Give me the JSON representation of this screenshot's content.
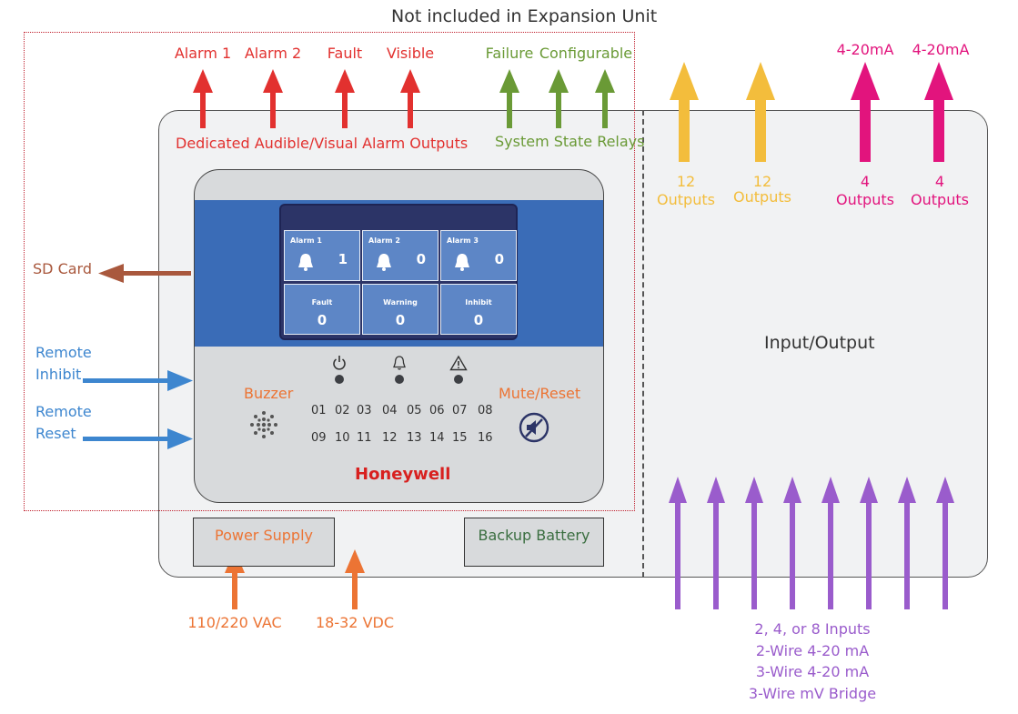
{
  "title": "Not included in Expansion Unit",
  "outputs_top": {
    "alarm_labels": [
      "Alarm 1",
      "Alarm 2",
      "Fault",
      "Visible"
    ],
    "alarm_group": "Dedicated Audible/Visual Alarm Outputs",
    "relay_labels": [
      "Failure",
      "Configurable"
    ],
    "relay_group": "System State Relays"
  },
  "expansion_outputs": {
    "relay_counts": [
      "12",
      "12"
    ],
    "relay_unit": "Outputs",
    "ma_labels": [
      "4-20mA",
      "4-20mA"
    ],
    "ma_counts": [
      "4",
      "4"
    ],
    "ma_unit": "Outputs"
  },
  "left_side": {
    "sd_card": "SD Card",
    "remote_inhibit": [
      "Remote",
      "Inhibit"
    ],
    "remote_reset": [
      "Remote",
      "Reset"
    ]
  },
  "panel": {
    "buzzer": "Buzzer",
    "mute_reset": "Mute/Reset",
    "brand": "Honeywell",
    "channels_row1": [
      "01",
      "02",
      "03",
      "04",
      "05",
      "06",
      "07",
      "08"
    ],
    "channels_row2": [
      "09",
      "10",
      "11",
      "12",
      "13",
      "14",
      "15",
      "16"
    ],
    "screen": {
      "alarms": [
        {
          "label": "Alarm 1",
          "value": "1"
        },
        {
          "label": "Alarm 2",
          "value": "0"
        },
        {
          "label": "Alarm 3",
          "value": "0"
        }
      ],
      "status": [
        {
          "label": "Fault",
          "value": "0"
        },
        {
          "label": "Warning",
          "value": "0"
        },
        {
          "label": "Inhibit",
          "value": "0"
        }
      ]
    },
    "indicator_icons": [
      "power-icon",
      "bell-icon",
      "warning-icon"
    ]
  },
  "bottom": {
    "power_supply": "Power Supply",
    "backup_battery": "Backup Battery",
    "vac": "110/220 VAC",
    "vdc": "18-32 VDC"
  },
  "io": {
    "title": "Input/Output",
    "inputs_lines": [
      "2, 4, or 8 Inputs",
      "2-Wire 4-20 mA",
      "3-Wire 4-20 mA",
      "3-Wire mV Bridge"
    ]
  },
  "colors": {
    "alarm_red": "#e2312f",
    "relay_green": "#6a9a36",
    "relay_yellow": "#f3bd3c",
    "ma_magenta": "#e2147d",
    "input_purple": "#9a5ccc",
    "sd_brown": "#a9583d",
    "remote_blue": "#3d86cf",
    "power_orange": "#ec7434",
    "panel_blue": "#3a6cb7",
    "honeywell_red": "#d8201f"
  }
}
